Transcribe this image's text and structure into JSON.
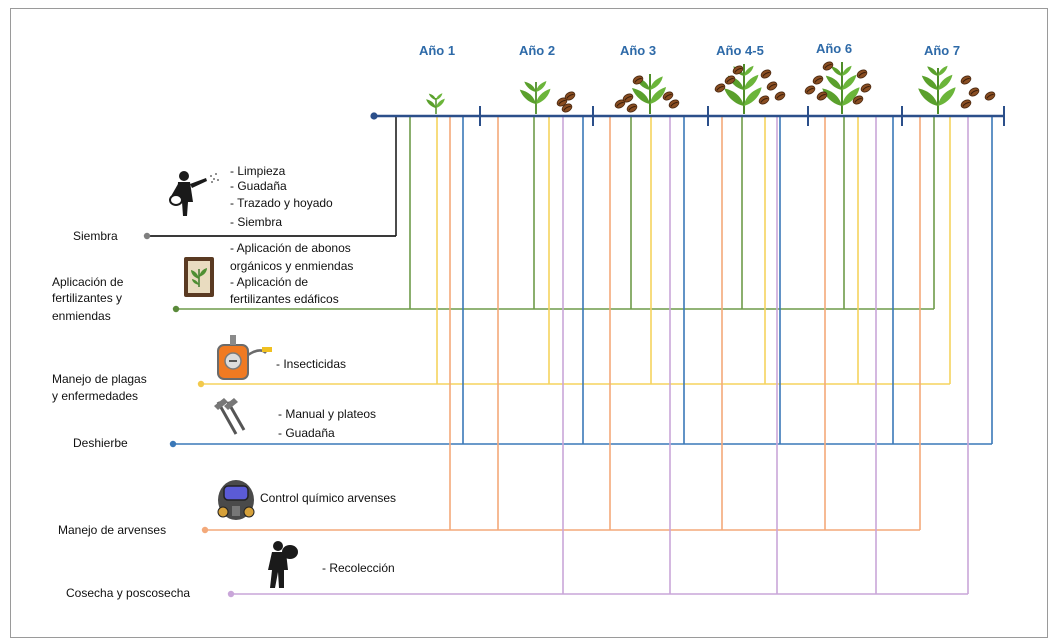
{
  "years": [
    "Año 1",
    "Año 2",
    "Año 3",
    "Año 4-5",
    "Año 6",
    "Año 7"
  ],
  "stages": {
    "siembra": {
      "label": [
        "Siembra"
      ],
      "activities": [
        "-   Limpieza",
        "-   Guadaña",
        "- Trazado y hoyado",
        "- Siembra"
      ],
      "color": "#1f1f1f",
      "icon": "farmer-sowing-icon"
    },
    "fertilizacion": {
      "label": [
        "Aplicación de",
        "fertilizantes y",
        "enmiendas"
      ],
      "activities": [
        "- Aplicación de abonos",
        "orgánicos y enmiendas",
        "- Aplicación de",
        "fertilizantes edáficos"
      ],
      "color": "#6e9b4a",
      "icon": "fertilizer-sack-icon"
    },
    "plagas": {
      "label": [
        "Manejo de plagas",
        "y enfermedades"
      ],
      "activities": [
        "- Insecticidas"
      ],
      "color": "#f5d35e",
      "icon": "sprayer-icon"
    },
    "deshierbe": {
      "label": [
        "Deshierbe"
      ],
      "activities": [
        "-   Manual y plateos",
        "-   Guadaña"
      ],
      "color": "#3a78b8",
      "icon": "hoe-icon"
    },
    "arvenses": {
      "label": [
        "Manejo de arvenses"
      ],
      "activities": [
        "Control químico arvenses"
      ],
      "color": "#f3a97a",
      "icon": "gas-mask-icon"
    },
    "cosecha": {
      "label": [
        "Cosecha y poscosecha"
      ],
      "activities": [
        "- Recolección"
      ],
      "color": "#c9a6d9",
      "icon": "harvester-icon"
    }
  },
  "timeline_color": "#2b4f8a"
}
